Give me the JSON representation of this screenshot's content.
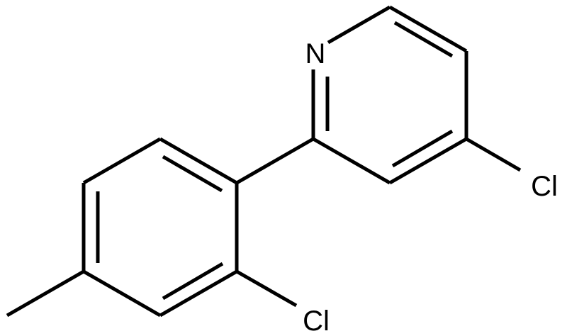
{
  "structure": {
    "atoms": {
      "pyridine_nitrogen": "N",
      "pyridine_chlorine": "Cl",
      "phenyl_chlorine": "Cl"
    },
    "colors": {
      "background": "#ffffff",
      "bond": "#000000",
      "label": "#000000"
    }
  }
}
